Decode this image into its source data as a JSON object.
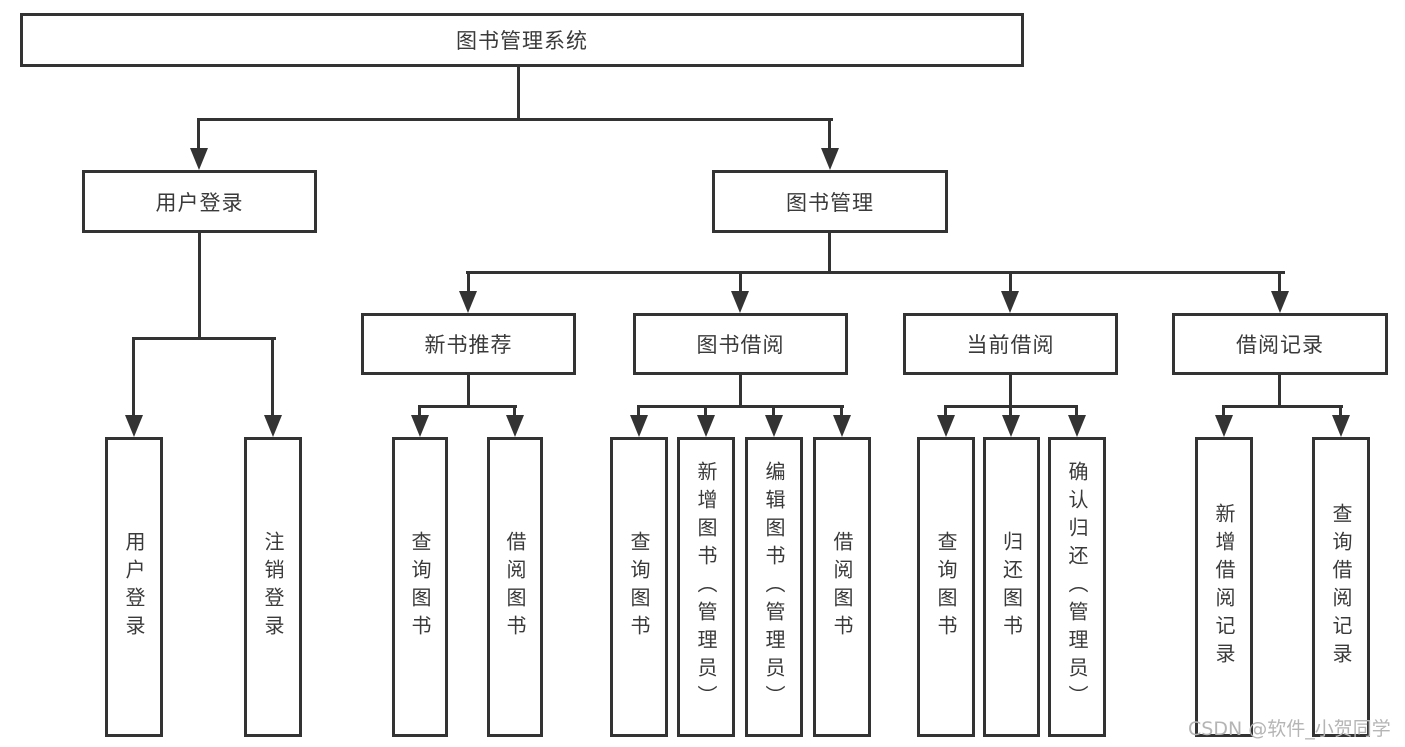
{
  "tree": {
    "label": "图书管理系统",
    "children": [
      {
        "label": "用户登录",
        "children": [
          {
            "label": "用户登录"
          },
          {
            "label": "注销登录"
          }
        ]
      },
      {
        "label": "图书管理",
        "children": [
          {
            "label": "新书推荐",
            "children": [
              {
                "label": "查询图书"
              },
              {
                "label": "借阅图书"
              }
            ]
          },
          {
            "label": "图书借阅",
            "children": [
              {
                "label": "查询图书"
              },
              {
                "label": "新增图书（管理员）"
              },
              {
                "label": "编辑图书（管理员）"
              },
              {
                "label": "借阅图书"
              }
            ]
          },
          {
            "label": "当前借阅",
            "children": [
              {
                "label": "查询图书"
              },
              {
                "label": "归还图书"
              },
              {
                "label": "确认归还（管理员）"
              }
            ]
          },
          {
            "label": "借阅记录",
            "children": [
              {
                "label": "新增借阅记录"
              },
              {
                "label": "查询借阅记录"
              }
            ]
          }
        ]
      }
    ]
  },
  "watermark": "CSDN @软件_小贺同学",
  "colors": {
    "line": "#333333",
    "text": "#3a3a3a",
    "watermark": "#b5b5b5",
    "background": "#ffffff"
  }
}
